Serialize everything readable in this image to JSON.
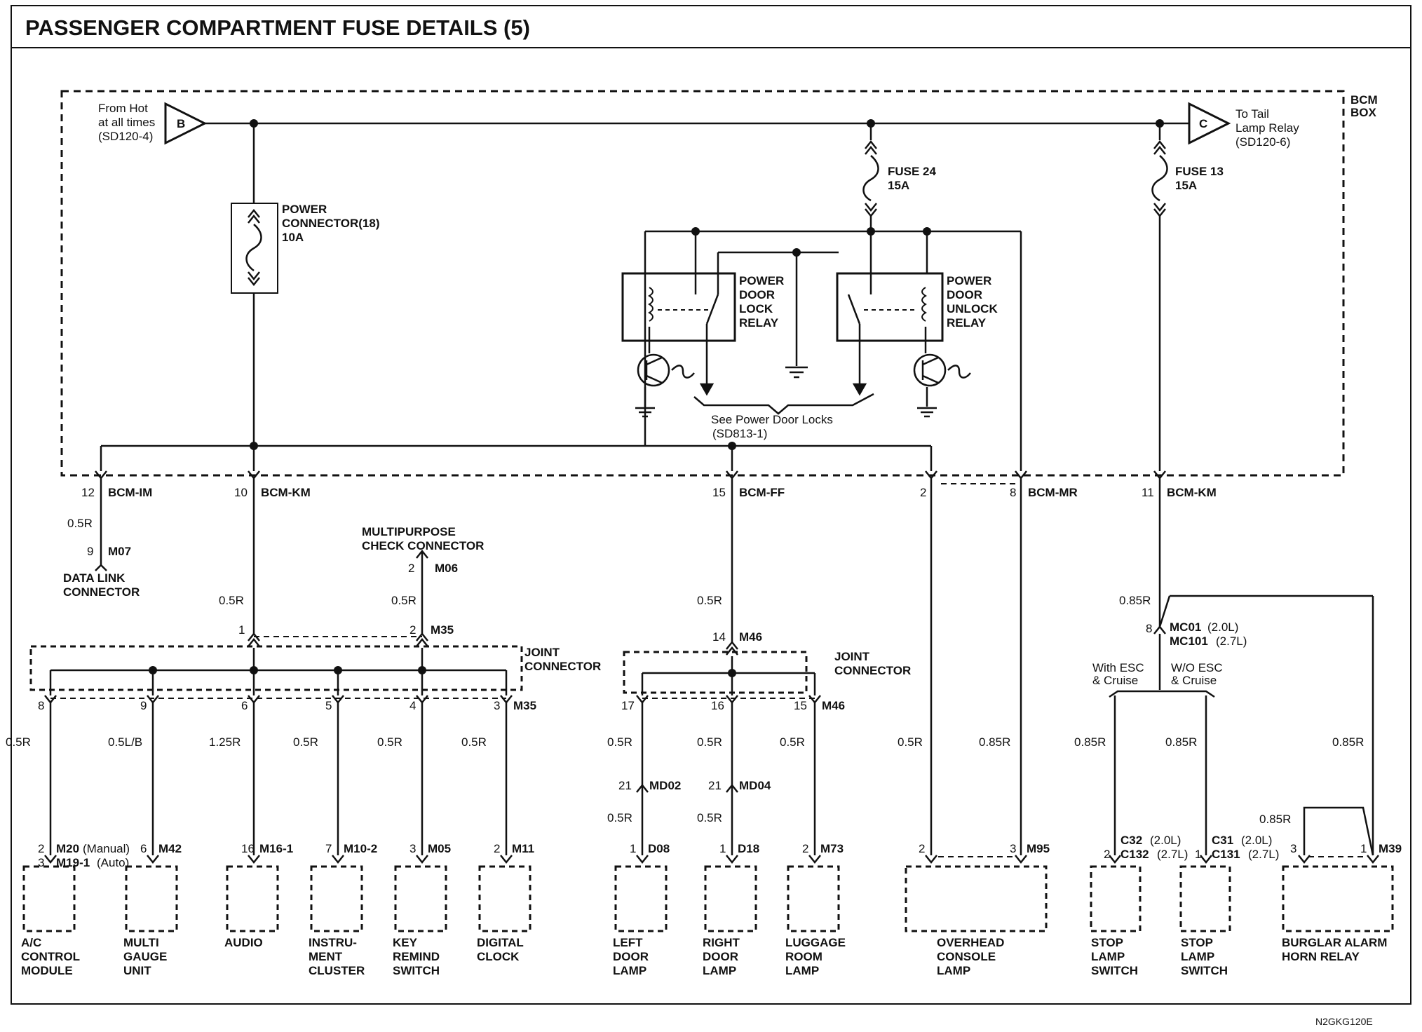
{
  "title": "PASSENGER COMPARTMENT FUSE DETAILS (5)",
  "footer_code": "N2GKG120E",
  "bcm_box": {
    "line1": "BCM",
    "line2": "BOX"
  },
  "source": {
    "letter": "B",
    "line1": "From Hot",
    "line2": "at all times",
    "line3": "(SD120-4)"
  },
  "dest": {
    "letter": "C",
    "line1": "To Tail",
    "line2": "Lamp Relay",
    "line3": "(SD120-6)"
  },
  "fuses": {
    "power_connector": {
      "line1": "POWER",
      "line2": "CONNECTOR(18)",
      "line3": "10A"
    },
    "fuse24": {
      "line1": "FUSE 24",
      "line2": "15A"
    },
    "fuse13": {
      "line1": "FUSE 13",
      "line2": "15A"
    }
  },
  "relays": {
    "lock": {
      "line1": "POWER",
      "line2": "DOOR",
      "line3": "LOCK",
      "line4": "RELAY"
    },
    "unlock": {
      "line1": "POWER",
      "line2": "DOOR",
      "line3": "UNLOCK",
      "line4": "RELAY"
    }
  },
  "see_note": {
    "line1": "See Power Door Locks",
    "line2": "(SD813-1)"
  },
  "bcm_pins": [
    {
      "num": "12",
      "name": "BCM-IM"
    },
    {
      "num": "10",
      "name": "BCM-KM"
    },
    {
      "num": "15",
      "name": "BCM-FF"
    },
    {
      "num": "2",
      "name": ""
    },
    {
      "num": "8",
      "name": "BCM-MR"
    },
    {
      "num": "11",
      "name": "BCM-KM"
    }
  ],
  "data_link": {
    "wire": "0.5R",
    "pin": "9",
    "conn": "M07",
    "line1": "DATA LINK",
    "line2": "CONNECTOR"
  },
  "multipurpose": {
    "line1": "MULTIPURPOSE",
    "line2": "CHECK CONNECTOR",
    "pin": "2",
    "conn": "M06",
    "wire": "0.5R"
  },
  "joint1": {
    "line1": "JOINT",
    "line2": "CONNECTOR",
    "in_pin1": "1",
    "in_pin2": "2",
    "conn": "M35",
    "wire_in": "0.5R",
    "outputs": [
      {
        "pin": "8",
        "wire": "0.5R",
        "dpin": "2",
        "dconn": "M20",
        "dnote": "(Manual)",
        "dpin2": "3",
        "dconn2": "M19-1",
        "dnote2": "(Auto)",
        "l1": "A/C",
        "l2": "CONTROL",
        "l3": "MODULE"
      },
      {
        "pin": "9",
        "wire": "0.5L/B",
        "dpin": "6",
        "dconn": "M42",
        "l1": "MULTI",
        "l2": "GAUGE",
        "l3": "UNIT"
      },
      {
        "pin": "6",
        "wire": "1.25R",
        "dpin": "16",
        "dconn": "M16-1",
        "l1": "AUDIO",
        "l2": "",
        "l3": ""
      },
      {
        "pin": "5",
        "wire": "0.5R",
        "dpin": "7",
        "dconn": "M10-2",
        "l1": "INSTRU-",
        "l2": "MENT",
        "l3": "CLUSTER"
      },
      {
        "pin": "4",
        "wire": "0.5R",
        "dpin": "3",
        "dconn": "M05",
        "l1": "KEY",
        "l2": "REMIND",
        "l3": "SWITCH"
      },
      {
        "pin": "3",
        "wire": "0.5R",
        "dpin": "2",
        "dconn": "M11",
        "l1": "DIGITAL",
        "l2": "CLOCK",
        "l3": ""
      }
    ],
    "out_conn": "M35"
  },
  "joint2": {
    "line1": "JOINT",
    "line2": "CONNECTOR",
    "in_pin": "14",
    "in_conn": "M46",
    "wire_in": "0.5R",
    "out_conn": "M46",
    "outputs": [
      {
        "pin": "17",
        "wire": "0.5R",
        "mpin": "21",
        "mconn": "MD02",
        "wire2": "0.5R",
        "dpin": "1",
        "dconn": "D08",
        "l1": "LEFT",
        "l2": "DOOR",
        "l3": "LAMP"
      },
      {
        "pin": "16",
        "wire": "0.5R",
        "mpin": "21",
        "mconn": "MD04",
        "wire2": "0.5R",
        "dpin": "1",
        "dconn": "D18",
        "l1": "RIGHT",
        "l2": "DOOR",
        "l3": "LAMP"
      },
      {
        "pin": "15",
        "wire": "0.5R",
        "dpin": "2",
        "dconn": "M73",
        "l1": "LUGGAGE",
        "l2": "ROOM",
        "l3": "LAMP"
      }
    ]
  },
  "overhead": {
    "wire1": "0.5R",
    "wire2": "0.85R",
    "pin1": "2",
    "pin2": "3",
    "conn": "M95",
    "l1": "OVERHEAD",
    "l2": "CONSOLE",
    "l3": "LAMP"
  },
  "right_branch": {
    "wire_in": "0.85R",
    "pin": "8",
    "conn1": "MC01",
    "note1": "(2.0L)",
    "conn2": "MC101",
    "note2": "(2.7L)",
    "with_esc": {
      "line1": "With ESC",
      "line2": "& Cruise"
    },
    "wo_esc": {
      "line1": "W/O ESC",
      "line2": "& Cruise"
    },
    "stop1": {
      "wire": "0.85R",
      "pin": "2",
      "conn1": "C32",
      "note1": "(2.0L)",
      "conn2": "C132",
      "note2": "(2.7L)",
      "l1": "STOP",
      "l2": "LAMP",
      "l3": "SWITCH"
    },
    "stop2": {
      "wire": "0.85R",
      "pin": "1",
      "conn1": "C31",
      "note1": "(2.0L)",
      "conn2": "C131",
      "note2": "(2.7L)",
      "l1": "STOP",
      "l2": "LAMP",
      "l3": "SWITCH"
    },
    "burglar": {
      "wire": "0.85R",
      "wire2": "0.85R",
      "pin1": "3",
      "pin2": "1",
      "conn": "M39",
      "l1": "BURGLAR ALARM",
      "l2": "HORN RELAY"
    }
  }
}
